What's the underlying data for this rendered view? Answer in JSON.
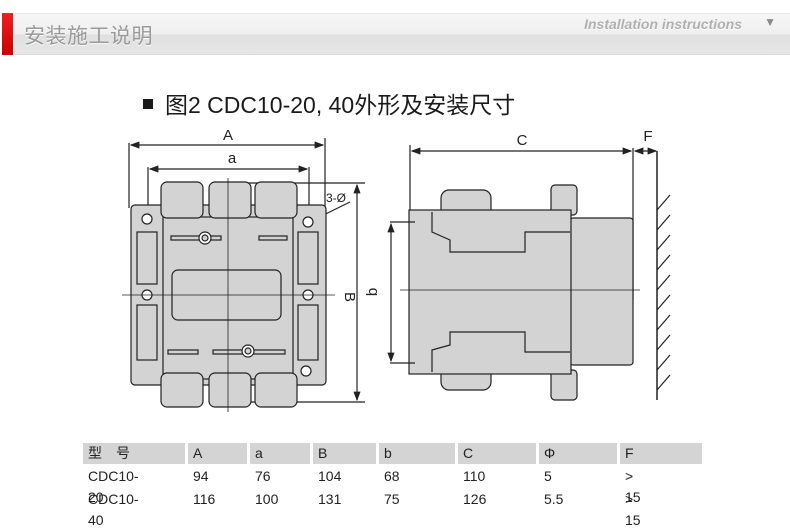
{
  "header": {
    "title_cn": "安装施工说明",
    "title_en": "Installation instructions",
    "toggle_icon": "triangle-down-icon",
    "accent_color": "#e01010"
  },
  "figure": {
    "title": "图2  CDC10-20, 40外形及安装尺寸",
    "front_view": {
      "labels": {
        "A": "A",
        "a": "a",
        "B": "B",
        "hole": "3-Ø"
      }
    },
    "side_view": {
      "labels": {
        "C": "C",
        "F": "F",
        "b": "b"
      }
    }
  },
  "table": {
    "headers": [
      "型　号",
      "A",
      "a",
      "B",
      "b",
      "C",
      "Φ",
      "F"
    ],
    "rows": [
      [
        "CDC10-20",
        "94",
        "76",
        "104",
        "68",
        "110",
        "5",
        "> 15"
      ],
      [
        "CDC10-40",
        "116",
        "100",
        "131",
        "75",
        "126",
        "5.5",
        "> 15"
      ]
    ]
  }
}
